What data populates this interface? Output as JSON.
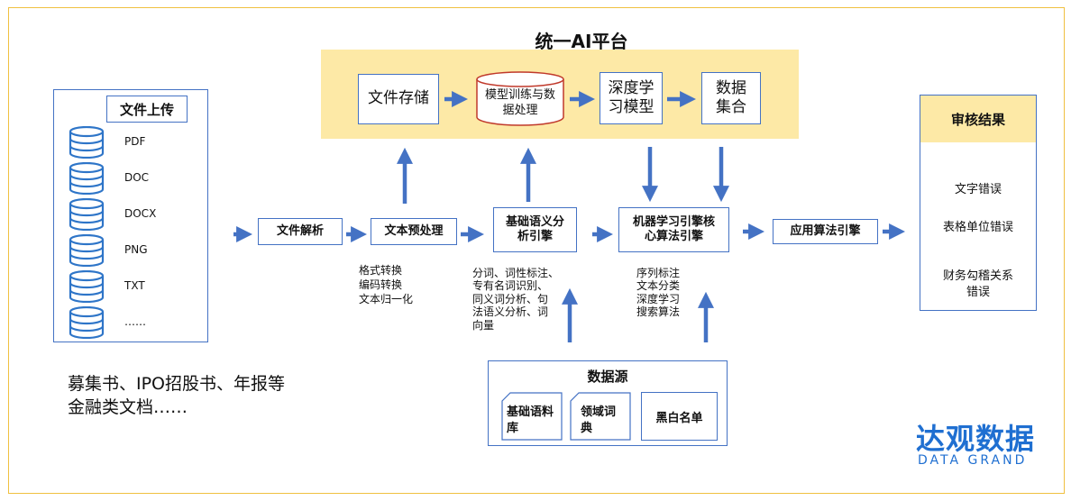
{
  "platform": {
    "title": "统一AI平台",
    "file_store": "文件存储",
    "model_train": "模型训练与数据处理",
    "deep_model": "深度学习模型",
    "data_set": "数据集合"
  },
  "upload": {
    "title": "文件上传",
    "formats": [
      "PDF",
      "DOC",
      "DOCX",
      "PNG",
      "TXT",
      "……"
    ]
  },
  "flow": {
    "parse": "文件解析",
    "preprocess": "文本预处理",
    "semantic": "基础语义分析引擎",
    "ml_engine": "机器学习引擎核心算法引擎",
    "app_engine": "应用算法引擎"
  },
  "notes": {
    "preprocess": [
      "格式转换",
      "编码转换",
      "文本归一化"
    ],
    "semantic": [
      "分词、词性标注、",
      "专有名词识别、",
      "同义词分析、句",
      "法语义分析、词",
      "向量"
    ],
    "ml": [
      "序列标注",
      "文本分类",
      "深度学习",
      "搜索算法"
    ]
  },
  "caption": [
    "募集书、IPO招股书、年报等",
    "金融类文档……"
  ],
  "datasource": {
    "title": "数据源",
    "corpus": "基础语料库",
    "dictionary": "领域词典",
    "blackwhite": "黑白名单"
  },
  "results": {
    "title": "审核结果",
    "items": [
      "文字错误",
      "表格单位错误",
      "财务勾稽关系错误"
    ]
  },
  "logo": {
    "cn": "达观数据",
    "en": "DATA GRAND"
  },
  "colors": {
    "accent": "#4472c4",
    "highlight": "#fde9a6",
    "frame": "#f0c040",
    "logo": "#1f6fd1"
  }
}
